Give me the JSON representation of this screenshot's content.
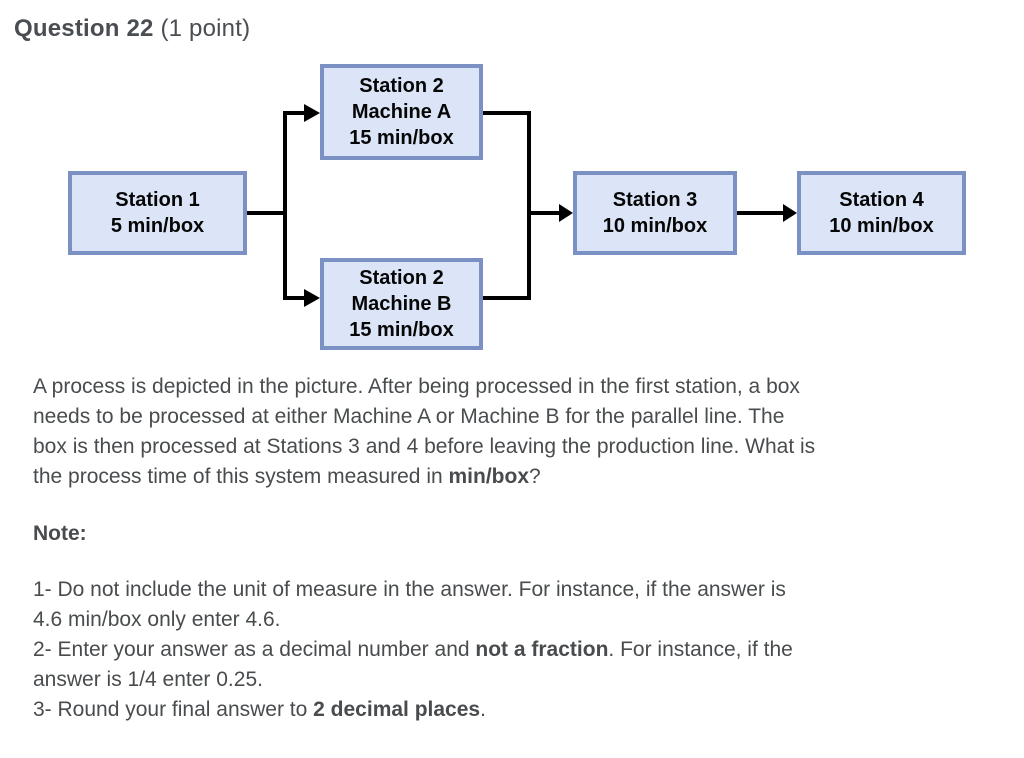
{
  "header": {
    "segments": [
      {
        "t": "Question 22",
        "b": true
      },
      {
        "t": " (1 point)"
      }
    ]
  },
  "diagram": {
    "nodes": {
      "station1": {
        "lines": [
          "Station 1",
          "5 min/box"
        ]
      },
      "station2a": {
        "lines": [
          "Station 2",
          "Machine A",
          "15 min/box"
        ]
      },
      "station2b": {
        "lines": [
          "Station 2",
          "Machine B",
          "15 min/box"
        ]
      },
      "station3": {
        "lines": [
          "Station 3",
          "10 min/box"
        ]
      },
      "station4": {
        "lines": [
          "Station 4",
          "10 min/box"
        ]
      }
    }
  },
  "question": {
    "lines": [
      [
        {
          "t": "A process is depicted in the picture. After being processed in the first station, a box"
        }
      ],
      [
        {
          "t": "needs to be processed at either Machine A or Machine B for the parallel line. The"
        }
      ],
      [
        {
          "t": "box is then processed at Stations 3 and 4 before leaving the production line. What is"
        }
      ],
      [
        {
          "t": "the process time of this system measured in "
        },
        {
          "t": "min/box",
          "b": true
        },
        {
          "t": "?"
        }
      ]
    ]
  },
  "note_heading": "Note:",
  "notes": {
    "lines": [
      [
        {
          "t": "1- Do not include the unit of measure in the answer. For instance, if the answer is"
        }
      ],
      [
        {
          "t": "4.6 min/box only enter 4.6."
        }
      ],
      [
        {
          "t": "2- Enter your answer as a decimal number and "
        },
        {
          "t": "not a fraction",
          "b": true
        },
        {
          "t": ". For instance, if the"
        }
      ],
      [
        {
          "t": "answer is 1/4 enter 0.25."
        }
      ],
      [
        {
          "t": "3- Round your final answer to "
        },
        {
          "t": "2 decimal places",
          "b": true
        },
        {
          "t": "."
        }
      ]
    ]
  },
  "theme": {
    "box-fill": "#dbe5f7",
    "box-border": "#7b90c3",
    "connector": "#000000",
    "text": "#494c4e",
    "heading": "#4a4e52",
    "node-text": "#060606",
    "background": "#ffffff"
  }
}
